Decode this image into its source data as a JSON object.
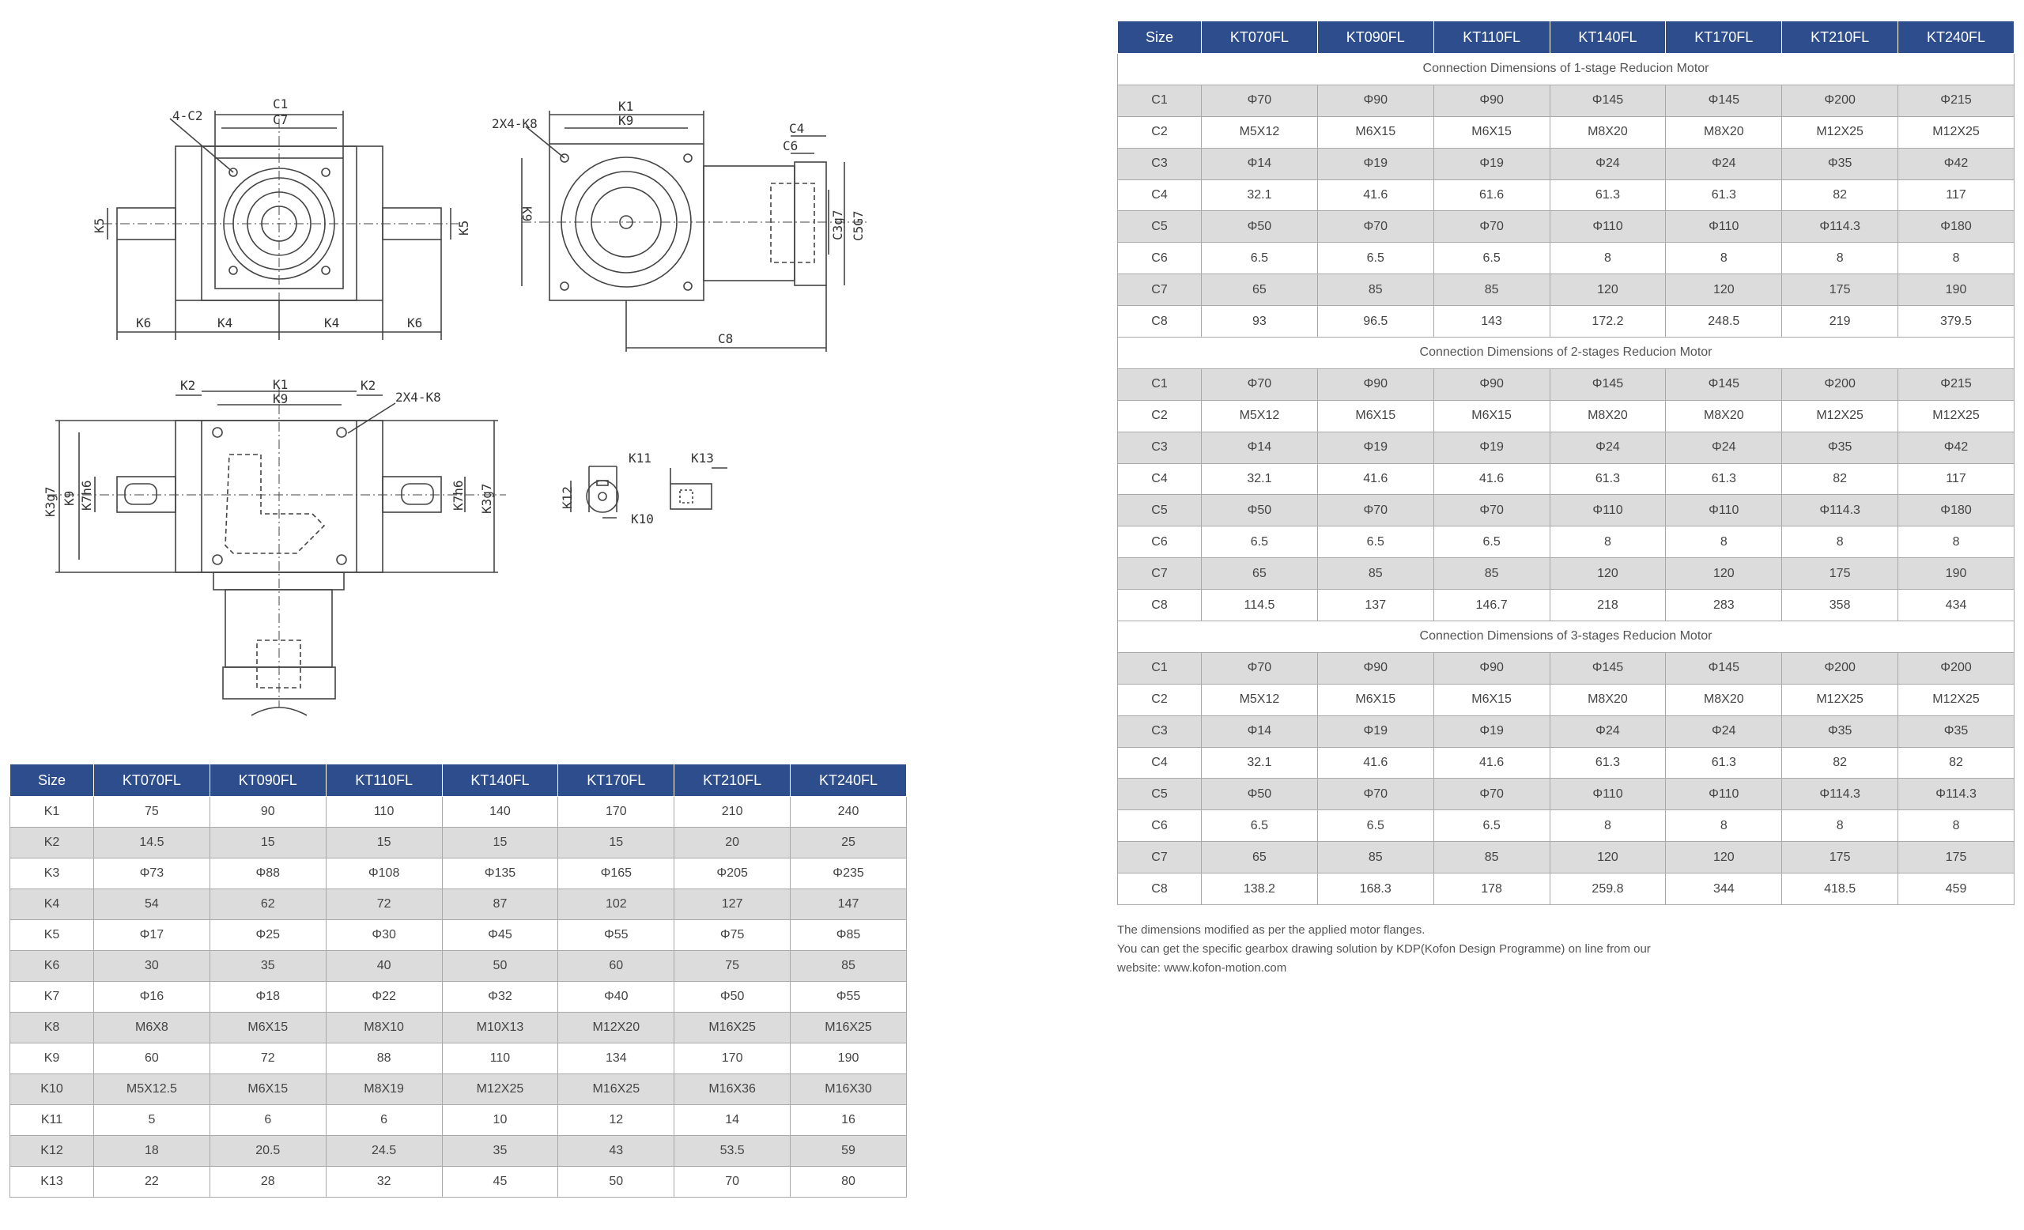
{
  "drawing_labels": {
    "top_left": [
      "4-C2",
      "C1",
      "C7",
      "K5",
      "K5",
      "K6",
      "K4",
      "K4",
      "K6"
    ],
    "top_right": [
      "2X4-K8",
      "K1",
      "K9",
      "C4",
      "C6",
      "K9",
      "C3g7",
      "C5G7",
      "C8"
    ],
    "bottom_left": [
      "K2",
      "K1",
      "K2",
      "K9",
      "2X4-K8",
      "K3g7",
      "K9",
      "K7h6",
      "K7h6",
      "K3g7"
    ],
    "shaft": [
      "K11",
      "K13",
      "K12",
      "K10"
    ]
  },
  "k_table": {
    "header": [
      "Size",
      "KT070FL",
      "KT090FL",
      "KT110FL",
      "KT140FL",
      "KT170FL",
      "KT210FL",
      "KT240FL"
    ],
    "rows": [
      [
        "K1",
        "75",
        "90",
        "110",
        "140",
        "170",
        "210",
        "240"
      ],
      [
        "K2",
        "14.5",
        "15",
        "15",
        "15",
        "15",
        "20",
        "25"
      ],
      [
        "K3",
        "Φ73",
        "Φ88",
        "Φ108",
        "Φ135",
        "Φ165",
        "Φ205",
        "Φ235"
      ],
      [
        "K4",
        "54",
        "62",
        "72",
        "87",
        "102",
        "127",
        "147"
      ],
      [
        "K5",
        "Φ17",
        "Φ25",
        "Φ30",
        "Φ45",
        "Φ55",
        "Φ75",
        "Φ85"
      ],
      [
        "K6",
        "30",
        "35",
        "40",
        "50",
        "60",
        "75",
        "85"
      ],
      [
        "K7",
        "Φ16",
        "Φ18",
        "Φ22",
        "Φ32",
        "Φ40",
        "Φ50",
        "Φ55"
      ],
      [
        "K8",
        "M6X8",
        "M6X15",
        "M8X10",
        "M10X13",
        "M12X20",
        "M16X25",
        "M16X25"
      ],
      [
        "K9",
        "60",
        "72",
        "88",
        "110",
        "134",
        "170",
        "190"
      ],
      [
        "K10",
        "M5X12.5",
        "M6X15",
        "M8X19",
        "M12X25",
        "M16X25",
        "M16X36",
        "M16X30"
      ],
      [
        "K11",
        "5",
        "6",
        "6",
        "10",
        "12",
        "14",
        "16"
      ],
      [
        "K12",
        "18",
        "20.5",
        "24.5",
        "35",
        "43",
        "53.5",
        "59"
      ],
      [
        "K13",
        "22",
        "28",
        "32",
        "45",
        "50",
        "70",
        "80"
      ]
    ]
  },
  "c_table": {
    "header": [
      "Size",
      "KT070FL",
      "KT090FL",
      "KT110FL",
      "KT140FL",
      "KT170FL",
      "KT210FL",
      "KT240FL"
    ],
    "sections": [
      {
        "title": "Connection Dimensions of 1-stage Reducion Motor",
        "rows": [
          [
            "C1",
            "Φ70",
            "Φ90",
            "Φ90",
            "Φ145",
            "Φ145",
            "Φ200",
            "Φ215"
          ],
          [
            "C2",
            "M5X12",
            "M6X15",
            "M6X15",
            "M8X20",
            "M8X20",
            "M12X25",
            "M12X25"
          ],
          [
            "C3",
            "Φ14",
            "Φ19",
            "Φ19",
            "Φ24",
            "Φ24",
            "Φ35",
            "Φ42"
          ],
          [
            "C4",
            "32.1",
            "41.6",
            "61.6",
            "61.3",
            "61.3",
            "82",
            "117"
          ],
          [
            "C5",
            "Φ50",
            "Φ70",
            "Φ70",
            "Φ110",
            "Φ110",
            "Φ114.3",
            "Φ180"
          ],
          [
            "C6",
            "6.5",
            "6.5",
            "6.5",
            "8",
            "8",
            "8",
            "8"
          ],
          [
            "C7",
            "65",
            "85",
            "85",
            "120",
            "120",
            "175",
            "190"
          ],
          [
            "C8",
            "93",
            "96.5",
            "143",
            "172.2",
            "248.5",
            "219",
            "379.5"
          ]
        ]
      },
      {
        "title": "Connection Dimensions of 2-stages Reducion Motor",
        "rows": [
          [
            "C1",
            "Φ70",
            "Φ90",
            "Φ90",
            "Φ145",
            "Φ145",
            "Φ200",
            "Φ215"
          ],
          [
            "C2",
            "M5X12",
            "M6X15",
            "M6X15",
            "M8X20",
            "M8X20",
            "M12X25",
            "M12X25"
          ],
          [
            "C3",
            "Φ14",
            "Φ19",
            "Φ19",
            "Φ24",
            "Φ24",
            "Φ35",
            "Φ42"
          ],
          [
            "C4",
            "32.1",
            "41.6",
            "41.6",
            "61.3",
            "61.3",
            "82",
            "117"
          ],
          [
            "C5",
            "Φ50",
            "Φ70",
            "Φ70",
            "Φ110",
            "Φ110",
            "Φ114.3",
            "Φ180"
          ],
          [
            "C6",
            "6.5",
            "6.5",
            "6.5",
            "8",
            "8",
            "8",
            "8"
          ],
          [
            "C7",
            "65",
            "85",
            "85",
            "120",
            "120",
            "175",
            "190"
          ],
          [
            "C8",
            "114.5",
            "137",
            "146.7",
            "218",
            "283",
            "358",
            "434"
          ]
        ]
      },
      {
        "title": "Connection Dimensions of 3-stages Reducion Motor",
        "rows": [
          [
            "C1",
            "Φ70",
            "Φ90",
            "Φ90",
            "Φ145",
            "Φ145",
            "Φ200",
            "Φ200"
          ],
          [
            "C2",
            "M5X12",
            "M6X15",
            "M6X15",
            "M8X20",
            "M8X20",
            "M12X25",
            "M12X25"
          ],
          [
            "C3",
            "Φ14",
            "Φ19",
            "Φ19",
            "Φ24",
            "Φ24",
            "Φ35",
            "Φ35"
          ],
          [
            "C4",
            "32.1",
            "41.6",
            "41.6",
            "61.3",
            "61.3",
            "82",
            "82"
          ],
          [
            "C5",
            "Φ50",
            "Φ70",
            "Φ70",
            "Φ110",
            "Φ110",
            "Φ114.3",
            "Φ114.3"
          ],
          [
            "C6",
            "6.5",
            "6.5",
            "6.5",
            "8",
            "8",
            "8",
            "8"
          ],
          [
            "C7",
            "65",
            "85",
            "85",
            "120",
            "120",
            "175",
            "175"
          ],
          [
            "C8",
            "138.2",
            "168.3",
            "178",
            "259.8",
            "344",
            "418.5",
            "459"
          ]
        ]
      }
    ]
  },
  "notes": [
    "The dimensions modified as per the applied motor flanges.",
    "You can get the specific gearbox drawing solution by KDP(Kofon Design Programme) on line from our",
    "website: www.kofon-motion.com"
  ]
}
